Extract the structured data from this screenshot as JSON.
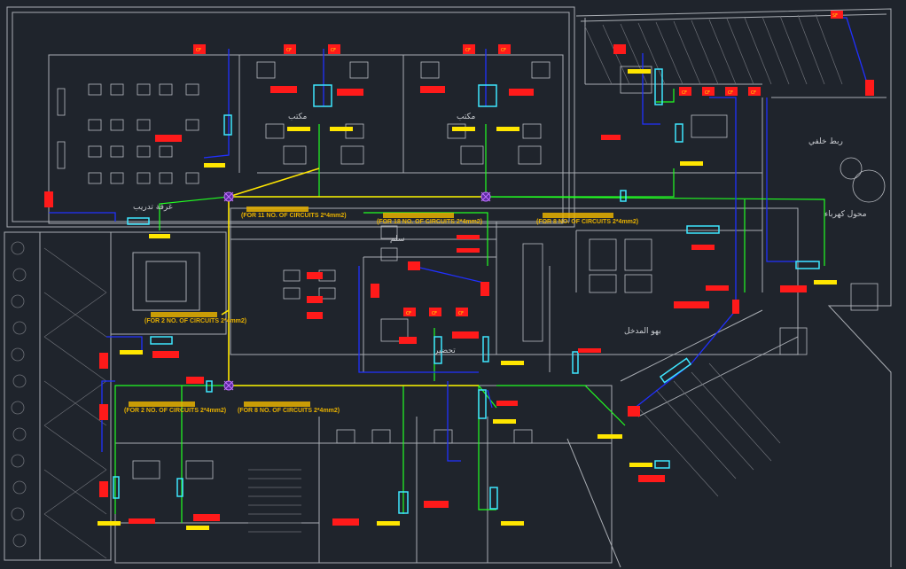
{
  "drawing": {
    "background": "#1f242c",
    "colors": {
      "wall": "#a9adb3",
      "furniture": "#b9bcc2",
      "circuit_main": "#ffe600",
      "circuit_green": "#22ff22",
      "circuit_blue": "#2030ff",
      "device_red": "#ff1a1a",
      "device_cyan": "#3fe6ff",
      "tag_yellow": "#ffe600",
      "label_orange": "#e8b100"
    },
    "circuit_labels": [
      "(FOR 11 NO. OF CIRCUITS 2*4mm2)",
      "(FOR 18 NO. OF CIRCUITS 2*4mm2)",
      "(FOR 8 NO. OF CIRCUITS 2*4mm2)",
      "(FOR 2 NO. OF CIRCUITS 2*4mm2)",
      "(FOR 2 NO. OF CIRCUITS 2*4mm2)",
      "(FOR 8 NO. OF CIRCUITS 2*4mm2)"
    ],
    "room_labels": [
      "ربط خلفي",
      "محول كهرباء",
      "بهو المدخل",
      "غرفة تدريب",
      "سلم",
      "مكتب",
      "مكتب",
      "تحضير"
    ],
    "device_codes": [
      "CF",
      "CF",
      "CF",
      "CF",
      "CF",
      "SF",
      "CF",
      "CF",
      "CF",
      "CF",
      "CF",
      "CF",
      "CF"
    ]
  }
}
